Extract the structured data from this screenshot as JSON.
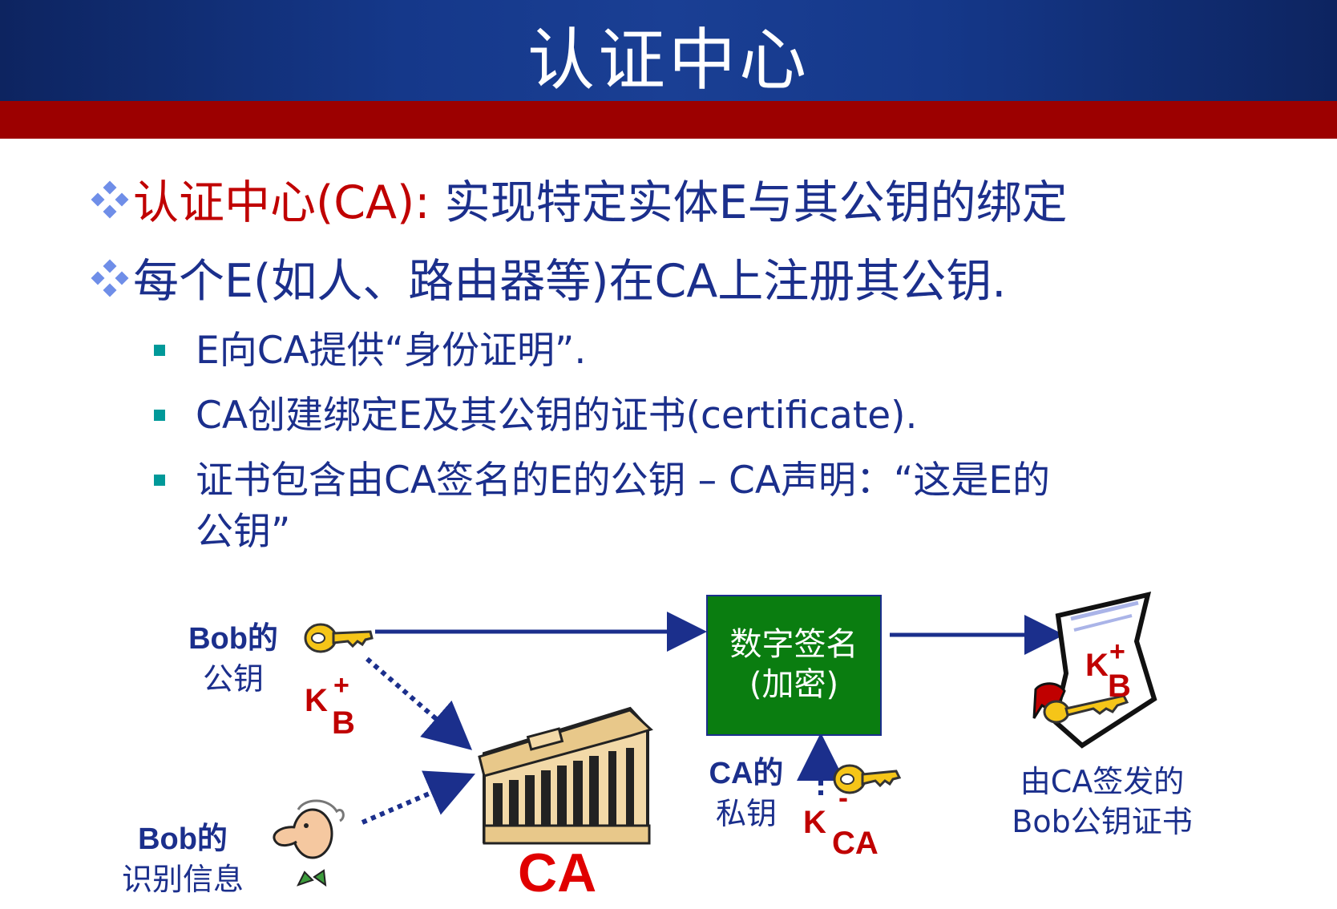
{
  "title": "认证中心",
  "bullets": {
    "b1_red": "认证中心(CA):",
    "b1_rest": " 实现特定实体E与其公钥的绑定",
    "b2": "每个E(如人、路由器等)在CA上注册其公钥."
  },
  "sub_bullets": {
    "s1": "E向CA提供“身份证明”.",
    "s2": "CA创建绑定E及其公钥的证书(certificate).",
    "s3_line1": "证书包含由CA签名的E的公钥 – CA声明：“这是E的",
    "s3_line2": "公钥”"
  },
  "diagram": {
    "bob_pubkey_label_l1": "Bob的",
    "bob_pubkey_label_l2": "公钥",
    "bob_id_label_l1": "Bob的",
    "bob_id_label_l2": "识别信息",
    "kb_k": "K",
    "kb_plus": "+",
    "kb_b": "B",
    "ca_label": "CA",
    "sig_box_l1": "数字签名",
    "sig_box_l2": "(加密)",
    "ca_privkey_label_l1": "CA的",
    "ca_privkey_label_l2": "私钥",
    "kca_k": "K",
    "kca_minus": "-",
    "kca_ca": "CA",
    "cert_k": "K",
    "cert_plus": "+",
    "cert_b": "B",
    "cert_label_l1": "由CA签发的",
    "cert_label_l2": "Bob公钥证书"
  },
  "colors": {
    "header_blue": "#15388a",
    "red_bar": "#9c0000",
    "text_blue": "#1b2f8c",
    "accent_red": "#c00000",
    "sig_green": "#0a7d10",
    "square_teal": "#009999"
  },
  "icons": [
    "diamond-bullet-icon",
    "key-icon",
    "building-icon",
    "person-icon",
    "certificate-icon"
  ]
}
